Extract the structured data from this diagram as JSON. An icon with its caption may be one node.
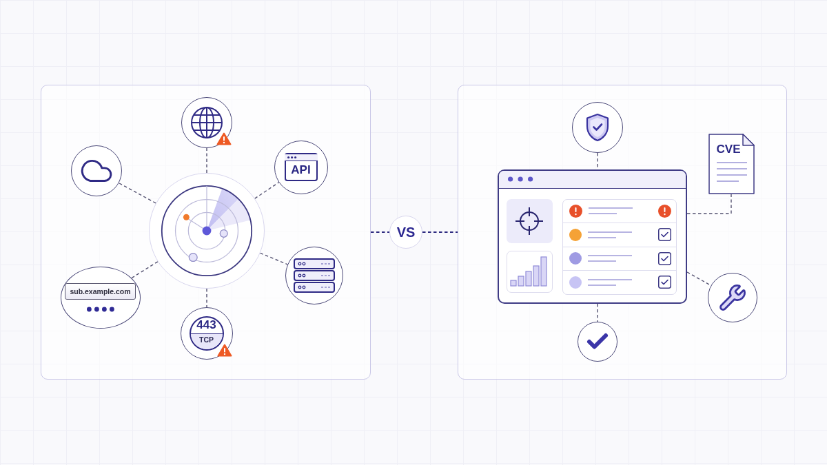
{
  "diagram": {
    "nodes": [
      {
        "text": [],
        "shape": "box"
      },
      {
        "text": [],
        "shape": "circle",
        "in": 0
      },
      {
        "text": [],
        "shape": "circle",
        "in": 0
      },
      {
        "text": [],
        "shape": "circle",
        "in": 0
      },
      {
        "text": [
          "API"
        ],
        "in": 0
      },
      {
        "text": [],
        "shape": "circle",
        "in": 0
      },
      {
        "text": [
          "sub.example.com"
        ],
        "in": 0
      },
      {
        "text": [
          "443",
          "TCP"
        ],
        "in": 0
      },
      {
        "text": [
          "VS"
        ]
      },
      {
        "text": [],
        "shape": "box"
      },
      {
        "text": [],
        "shape": "circle",
        "in": 9
      },
      {
        "text": [
          "CVE"
        ],
        "in": 9
      },
      {
        "text": [],
        "shape": "box",
        "in": 9
      },
      {
        "text": [],
        "shape": "circle",
        "in": 9
      },
      {
        "text": [],
        "shape": "circle",
        "in": 9
      }
    ],
    "edges": [
      {
        "from": 1,
        "to": 2,
        "arrow": "none",
        "style": "dashed"
      },
      {
        "from": 1,
        "to": 3,
        "arrow": "none",
        "style": "dashed"
      },
      {
        "from": 1,
        "to": 4,
        "arrow": "none",
        "style": "dashed"
      },
      {
        "from": 1,
        "to": 5,
        "arrow": "none",
        "style": "dashed"
      },
      {
        "from": 1,
        "to": 6,
        "arrow": "none",
        "style": "dashed"
      },
      {
        "from": 1,
        "to": 7,
        "arrow": "none",
        "style": "dashed"
      },
      {
        "from": 0,
        "to": 8,
        "arrow": "none",
        "style": "dashed",
        "color": "#2e2b80"
      },
      {
        "from": 8,
        "to": 9,
        "arrow": "none",
        "style": "dashed",
        "color": "#2e2b80"
      },
      {
        "from": 10,
        "to": 12,
        "arrow": "none",
        "style": "dashed"
      },
      {
        "from": 12,
        "to": 11,
        "arrow": "none",
        "style": "dashed"
      },
      {
        "from": 12,
        "to": 13,
        "arrow": "none",
        "style": "dashed"
      },
      {
        "from": 12,
        "to": 14,
        "arrow": "none",
        "style": "dashed"
      }
    ]
  }
}
